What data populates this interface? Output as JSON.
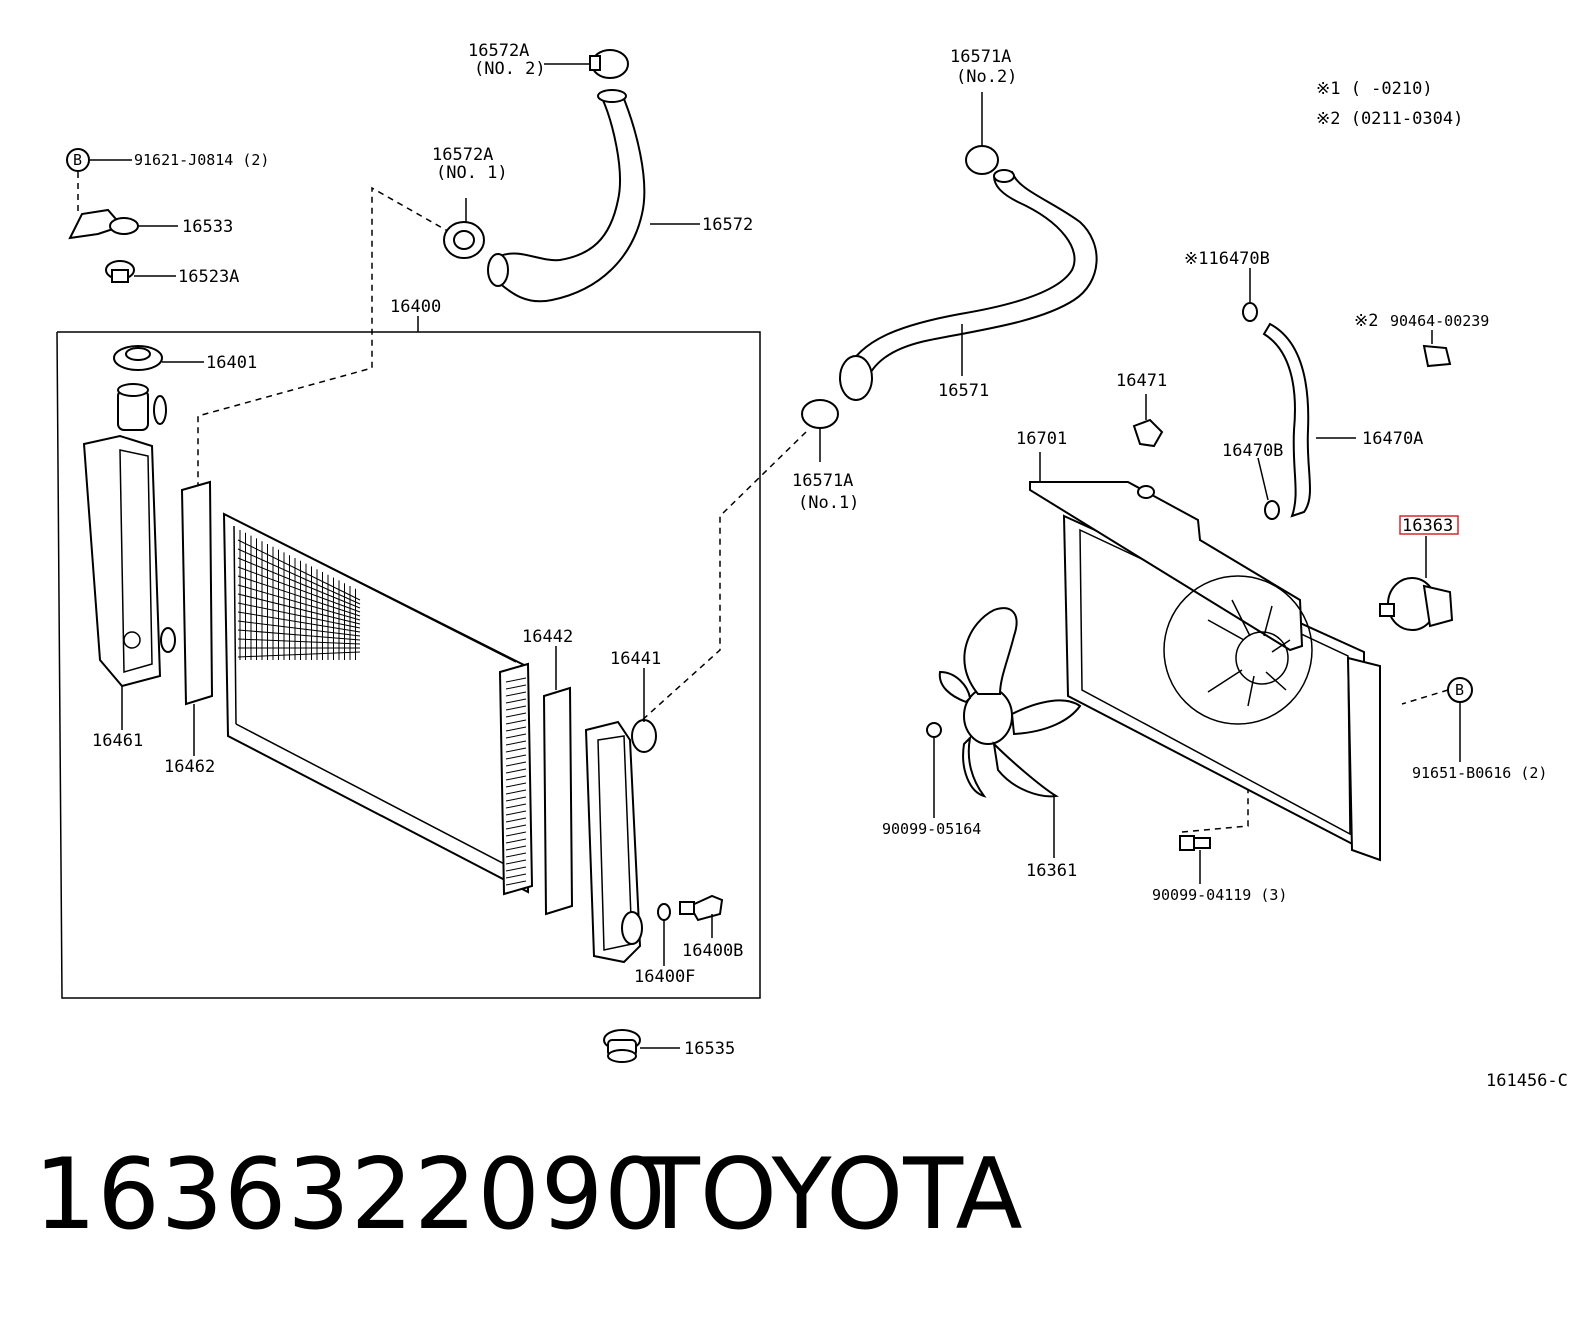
{
  "notes": {
    "note1": "※1 (     -0210)",
    "note2": "※2 (0211-0304)"
  },
  "labels": {
    "l_16572A_no2": "16572A",
    "l_no2a": "(NO. 2)",
    "l_16571A_no2": "16571A",
    "l_no2b": "(No.2)",
    "l_91621": "91621-J0814 (2)",
    "l_B1": "B",
    "l_16572A_no1": "16572A",
    "l_no1a": "(NO. 1)",
    "l_16533": "16533",
    "l_16572": "16572",
    "l_16523A": "16523A",
    "l_16400": "16400",
    "l_116470B": "※116470B",
    "l_90464": "90464-00239",
    "l_x2": "※2",
    "l_16401": "16401",
    "l_16571": "16571",
    "l_16471": "16471",
    "l_16701": "16701",
    "l_16470B": "16470B",
    "l_16470A": "16470A",
    "l_16571A_no1": "16571A",
    "l_no1b": "(No.1)",
    "l_16363": "16363",
    "l_16442": "16442",
    "l_16441": "16441",
    "l_B2": "B",
    "l_16461": "16461",
    "l_16462": "16462",
    "l_91651": "91651-B0616 (2)",
    "l_90099_05164": "90099-05164",
    "l_16361": "16361",
    "l_90099_04119": "90099-04119 (3)",
    "l_16400B": "16400B",
    "l_16400F": "16400F",
    "l_16535": "16535",
    "l_161456": "161456-C"
  },
  "highlight_color": "#d9262b",
  "footer": {
    "part_number": "1636322090",
    "brand": "TOYOTA"
  }
}
